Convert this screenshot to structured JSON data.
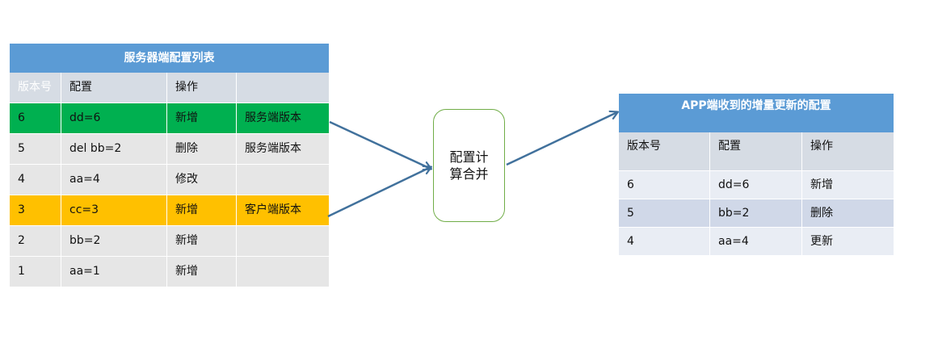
{
  "server_table": {
    "title": "服务器端配置列表",
    "headers": [
      "版本号",
      "配置",
      "操作",
      ""
    ],
    "rows": [
      {
        "version": "6",
        "config": "dd=6",
        "op": "新增",
        "note": "服务端版本"
      },
      {
        "version": "5",
        "config": "del bb=2",
        "op": "删除",
        "note": "服务端版本"
      },
      {
        "version": "4",
        "config": "aa=4",
        "op": "修改",
        "note": ""
      },
      {
        "version": "3",
        "config": "cc=3",
        "op": "新增",
        "note": "客户端版本"
      },
      {
        "version": "2",
        "config": "bb=2",
        "op": "新增",
        "note": ""
      },
      {
        "version": "1",
        "config": "aa=1",
        "op": "新增",
        "note": ""
      }
    ]
  },
  "merge_box": {
    "line1": "配置计",
    "line2": "算合并"
  },
  "app_table": {
    "title": "APP端收到的增量更新的配置",
    "headers": [
      "版本号",
      "配置",
      "操作"
    ],
    "rows": [
      {
        "version": "6",
        "config": "dd=6",
        "op": "新增"
      },
      {
        "version": "5",
        "config": "bb=2",
        "op": "删除"
      },
      {
        "version": "4",
        "config": "aa=4",
        "op": "更新"
      }
    ]
  },
  "colors": {
    "title_blue": "#5b9bd5",
    "highlight_green": "#00b050",
    "highlight_orange": "#ffc000",
    "arrow": "#41719c",
    "merge_border": "#70ad47"
  }
}
